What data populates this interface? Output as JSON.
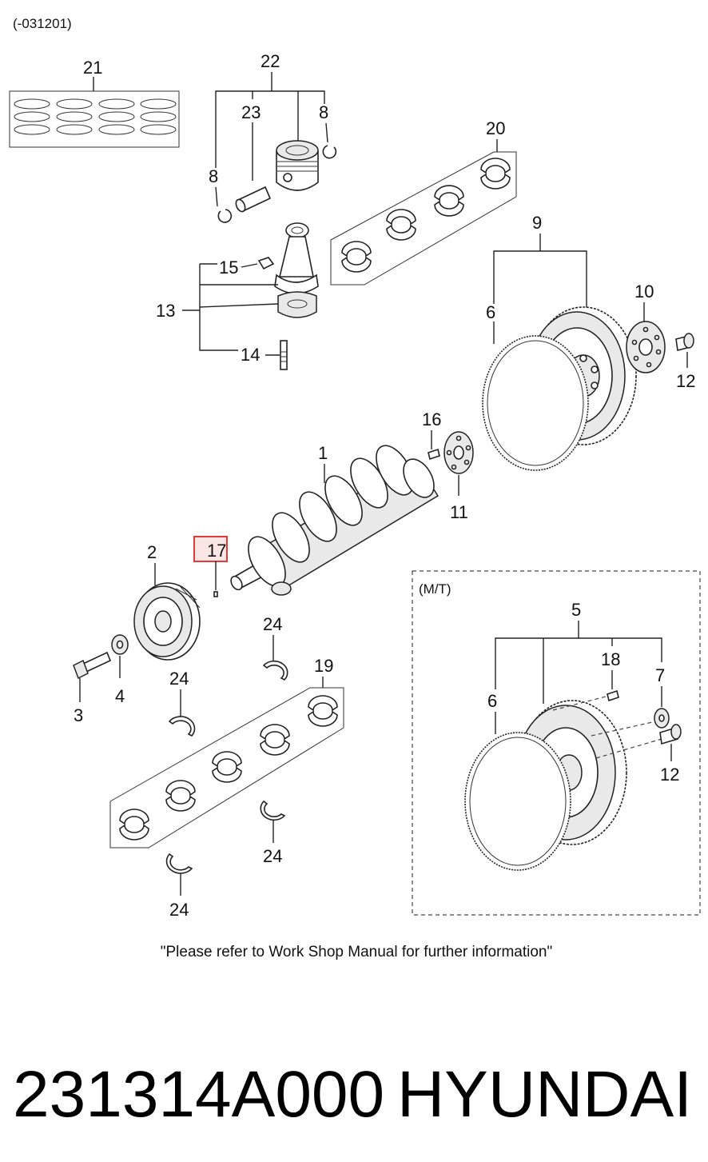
{
  "header_code": "(-031201)",
  "mt_label": "(M/T)",
  "note": "\"Please refer to Work Shop Manual for further information\"",
  "part_number": "231314A000",
  "brand": "HYUNDAI",
  "highlight_color": "#e23a3a",
  "callouts": {
    "c1": "1",
    "c2": "2",
    "c3": "3",
    "c4": "4",
    "c5": "5",
    "c6a": "6",
    "c6b": "6",
    "c7": "7",
    "c8a": "8",
    "c8b": "8",
    "c9": "9",
    "c10": "10",
    "c11": "11",
    "c12a": "12",
    "c12b": "12",
    "c13": "13",
    "c14": "14",
    "c15": "15",
    "c16": "16",
    "c17": "17",
    "c18": "18",
    "c19": "19",
    "c20": "20",
    "c21": "21",
    "c22": "22",
    "c23": "23",
    "c24a": "24",
    "c24b": "24",
    "c24c": "24",
    "c24d": "24"
  }
}
